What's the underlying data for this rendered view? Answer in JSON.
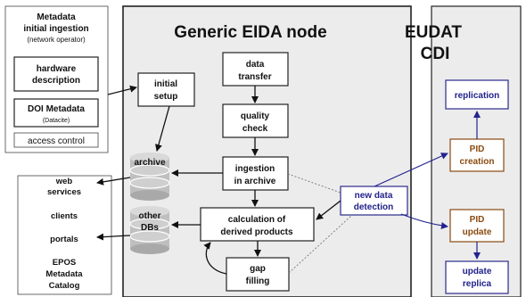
{
  "titles": {
    "main": "Generic EIDA node",
    "eudat_line1": "EUDAT",
    "eudat_line2": "CDI"
  },
  "metadata_panel": {
    "title_line1": "Metadata",
    "title_line2": "initial ingestion",
    "subtitle": "(network operator)",
    "hardware_line1": "hardware",
    "hardware_line2": "description",
    "doi_title": "DOI Metadata",
    "doi_sub": "(Datacite)",
    "access_control": "access control"
  },
  "nodes": {
    "initial_setup_line1": "initial",
    "initial_setup_line2": "setup",
    "data_transfer_line1": "data",
    "data_transfer_line2": "transfer",
    "quality_check_line1": "quality",
    "quality_check_line2": "check",
    "ingestion_line1": "ingestion",
    "ingestion_line2": "in archive",
    "derived_line1": "calculation of",
    "derived_line2": "derived products",
    "gap_line1": "gap",
    "gap_line2": "filling",
    "new_data_line1": "new data",
    "new_data_line2": "detection"
  },
  "databases": {
    "archive": "archive",
    "other_line1": "other",
    "other_line2": "DBs"
  },
  "services": {
    "web_line1": "web",
    "web_line2": "services",
    "clients": "clients",
    "portals": "portals",
    "epos_line1": "EPOS",
    "epos_line2": "Metadata",
    "epos_line3": "Catalog"
  },
  "eudat": {
    "replication": "replication",
    "pid_creation_line1": "PID",
    "pid_creation_line2": "creation",
    "pid_update_line1": "PID",
    "pid_update_line2": "update",
    "update_replica_line1": "update",
    "update_replica_line2": "replica"
  }
}
